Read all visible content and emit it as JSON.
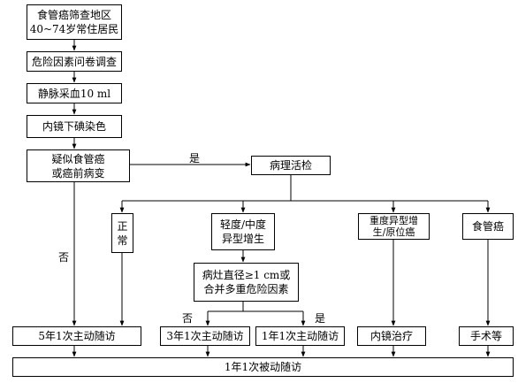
{
  "nodes": {
    "screen_region": {
      "line1": "食管癌筛查地区",
      "line2": "40~74岁常住居民"
    },
    "questionnaire": "危险因素问卷调查",
    "blood": "静脉采血10 ml",
    "iodine": "内镜下碘染色",
    "suspect": {
      "line1": "疑似食管癌",
      "line2": "或癌前病变"
    },
    "pathology": "病理活检",
    "normal": {
      "c1": "正",
      "c2": "常"
    },
    "mild": {
      "line1": "轻度/中度",
      "line2": "异型增生"
    },
    "severe": {
      "line1": "重度异型增",
      "line2": "生/原位癌"
    },
    "cancer": "食管癌",
    "lesion": {
      "line1": "病灶直径≥1 cm或",
      "line2": "合并多重危险因素"
    },
    "fu5": "5年1次主动随访",
    "fu3": "3年1次主动随访",
    "fu1": "1年1次主动随访",
    "endo": "内镜治疗",
    "surgery": "手术等",
    "passive": "1年1次被动随访"
  },
  "labels": {
    "yes_top": "是",
    "no_left": "否",
    "no_lesion": "否",
    "yes_lesion": "是"
  }
}
